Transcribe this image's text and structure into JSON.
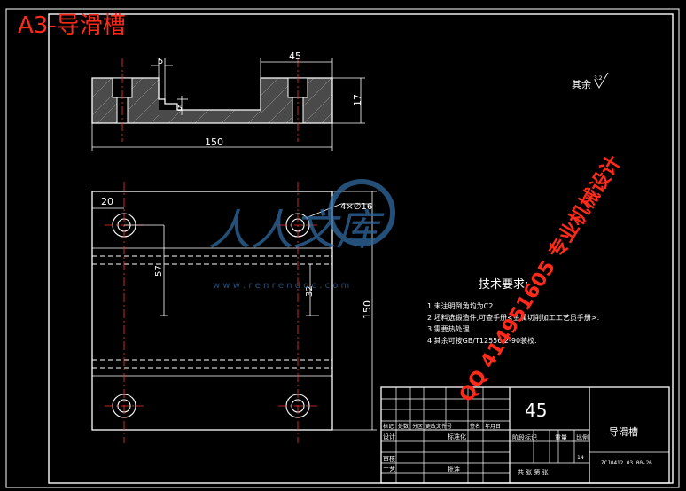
{
  "sheet_title": "A3-导滑槽",
  "roughness": {
    "prefix": "其余",
    "value": "3.2"
  },
  "front_view": {
    "dim_top_slot": "5",
    "dim_slot_depth": "5",
    "dim_width_45": "45",
    "dim_height": "17",
    "dim_length": "150"
  },
  "plan_view": {
    "dim_left": "20",
    "dim_holes": "4×∅16",
    "dim_57": "57",
    "dim_32": "32",
    "dim_150": "150"
  },
  "tech_req": {
    "title": "技术要求:",
    "items": [
      "1.未注明倒角均为C2.",
      "2.坯料选锻造件,可查手册<金属切削加工工艺员手册>.",
      "3.需要热处理.",
      "4.其余可按GB/T12556.2-90装校."
    ]
  },
  "title_block": {
    "material": "45",
    "part_name": "导滑槽",
    "drawing_no": "ZCJ0412.03.00-26",
    "scale_num": "14",
    "hdr_row": [
      "标记",
      "处数",
      "分区",
      "更改文件号",
      "签名",
      "年月日"
    ],
    "design": "设计",
    "standard": "标准化",
    "stage": "阶段标记",
    "weight": "重量",
    "scale": "比例",
    "check": "审核",
    "process": "工艺",
    "approve": "批准",
    "sheets": "共  张 第  张"
  },
  "watermark": {
    "logo_text": "人人文库",
    "site": "w w w . r e n r e n d o c . c o m"
  },
  "stamp": "QQ 414951605  专业机械设计"
}
